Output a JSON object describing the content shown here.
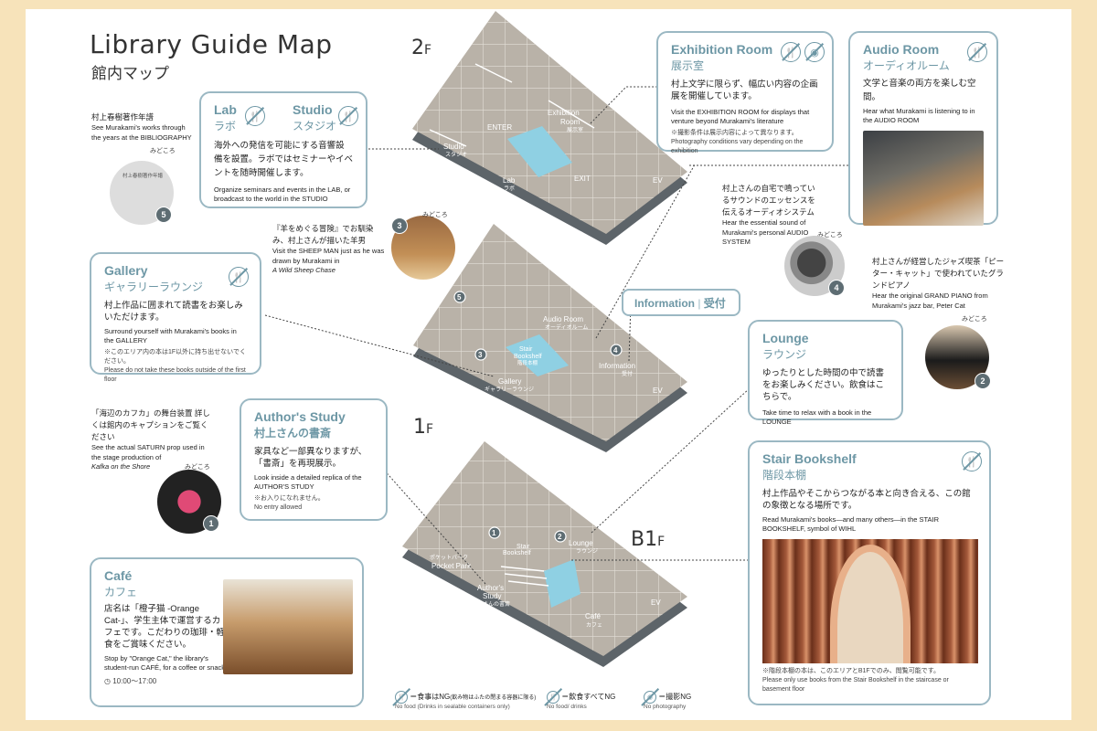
{
  "header": {
    "title": "Library Guide Map",
    "subtitle": "館内マップ"
  },
  "floors": {
    "f2": "2",
    "f1": "1",
    "b1": "B1",
    "suffix": "F"
  },
  "map_labels": {
    "enter": "ENTER",
    "exit": "EXIT",
    "ev": "EV",
    "lab": "Lab",
    "lab_ja": "ラボ",
    "studio": "Studio",
    "studio_ja": "スタジオ",
    "exhibition": "Exhibition",
    "exhibition2": "Room",
    "exhibition_ja": "展示室",
    "audio": "Audio Room",
    "audio_ja": "オーディオルーム",
    "stair": "Stair",
    "stair2": "Bookshelf",
    "stair_ja": "階段本棚",
    "information": "Information",
    "information_ja": "受付",
    "gallery": "Gallery",
    "gallery_ja": "ギャラリーラウンジ",
    "pocket_ja": "ポケットパーク",
    "pocket": "Pocket Park",
    "authors": "Author's",
    "authors2": "Study",
    "authors_ja": "村上さんの書斎",
    "lounge": "Lounge",
    "lounge_ja": "ラウンジ",
    "cafe": "Café",
    "cafe_ja": "カフェ"
  },
  "lab": {
    "en": "Lab",
    "ja": "ラボ",
    "en2": "Studio",
    "ja2": "スタジオ",
    "text_ja": "海外への発信を可能にする音響設備を設置。ラボではセミナーやイベントを随時開催します。",
    "text_en": "Organize seminars and events in the LAB, or broadcast to the world in the STUDIO"
  },
  "exhibition": {
    "en": "Exhibition Room",
    "ja": "展示室",
    "text_ja": "村上文学に限らず、幅広い内容の企画展を開催しています。",
    "text_en": "Visit the EXHIBITION ROOM for displays that venture beyond Murakami's literature",
    "note_ja": "※撮影条件は展示内容によって異なります。",
    "note_en": "Photography conditions vary depending on the exhibition"
  },
  "audio": {
    "en": "Audio Room",
    "ja": "オーディオルーム",
    "text_ja": "文学と音楽の両方を楽しむ空間。",
    "text_en": "Hear what Murakami is listening to in the AUDIO ROOM"
  },
  "gallery": {
    "en": "Gallery",
    "ja": "ギャラリーラウンジ",
    "text_ja": "村上作品に囲まれて読書をお楽しみいただけます。",
    "text_en": "Surround yourself with Murakami's books in the GALLERY",
    "note_ja": "※このエリア内の本は1F以外に持ち出せないでください。",
    "note_en": "Please do not take these books outside of the first floor"
  },
  "information": {
    "en": "Information",
    "ja": "受付"
  },
  "lounge": {
    "en": "Lounge",
    "ja": "ラウンジ",
    "text_ja": "ゆったりとした時間の中で読書をお楽しみください。飲食はこちらで。",
    "text_en": "Take time to relax with a book in the LOUNGE"
  },
  "authors": {
    "en": "Author's Study",
    "ja": "村上さんの書斎",
    "text_ja": "家具など一部異なりますが、「書斎」を再現展示。",
    "text_en": "Look inside a detailed replica of the AUTHOR'S STUDY",
    "note_ja": "※お入りになれません。",
    "note_en": "No entry allowed"
  },
  "stair": {
    "en": "Stair Bookshelf",
    "ja": "階段本棚",
    "text_ja": "村上作品やそこからつながる本と向き合える、この館の象徴となる場所です。",
    "text_en": "Read Murakami's books—and many others—in the STAIR BOOKSHELF, symbol of WIHL",
    "note_ja": "※階段本棚の本は、このエリアとB1Fでのみ、閲覧可能です。",
    "note_en": "Please only use books from the Stair Bookshelf in the staircase or basement floor"
  },
  "cafe": {
    "en": "Café",
    "ja": "カフェ",
    "text_ja": "店名は「橙子猫 -Orange Cat-」、学生主体で運営するカフェです。こだわりの珈琲・軽食をご賞味ください。",
    "text_en": "Stop by \"Orange Cat,\" the library's student-run CAFÉ, for a coffee or snack",
    "hours": "10:00～17:00"
  },
  "highlights": {
    "label": "みどころ",
    "h5": {
      "num": "5",
      "ja": "村上春樹著作年譜",
      "en": "See Murakami's works through the years at the BIBLIOGRAPHY",
      "photo": "村上春樹著作年譜"
    },
    "h3": {
      "num": "3",
      "ja": "『羊をめぐる冒険』でお馴染み、村上さんが描いた羊男",
      "en": "Visit the SHEEP MAN just as he was drawn by Murakami in",
      "book": "A Wild Sheep Chase"
    },
    "h4": {
      "num": "4",
      "ja": "村上さんの自宅で鳴っているサウンドのエッセンスを伝えるオーディオシステム",
      "en": "Hear the essential sound of Murakami's personal AUDIO SYSTEM"
    },
    "h2": {
      "num": "2",
      "ja": "村上さんが経営したジャズ喫茶「ピーター・キャット」で使われていたグランドピアノ",
      "en": "Hear the original GRAND PIANO from Murakami's jazz bar, Peter Cat"
    },
    "h1": {
      "num": "1",
      "ja": "「海辺のカフカ」の舞台装置 詳しくは館内のキャプションをご覧ください",
      "en": "See the actual SATURN prop used in the stage production of",
      "book": "Kafka on the Shore"
    }
  },
  "legend": {
    "food": "＝食事はNG",
    "food_small": "(飲み物はふたの閉まる容器に限る)",
    "food_en": "No food (Drinks in sealable containers only)",
    "all": "＝飲食すべてNG",
    "all_en": "No food/ drinks",
    "photo": "＝撮影NG",
    "photo_en": "No photography"
  },
  "colors": {
    "accent": "#6d97a5",
    "border": "#9bb8c3",
    "floor": "#b9b2a8",
    "floor_dark": "#5d6469",
    "background": "#f7e3ba"
  }
}
